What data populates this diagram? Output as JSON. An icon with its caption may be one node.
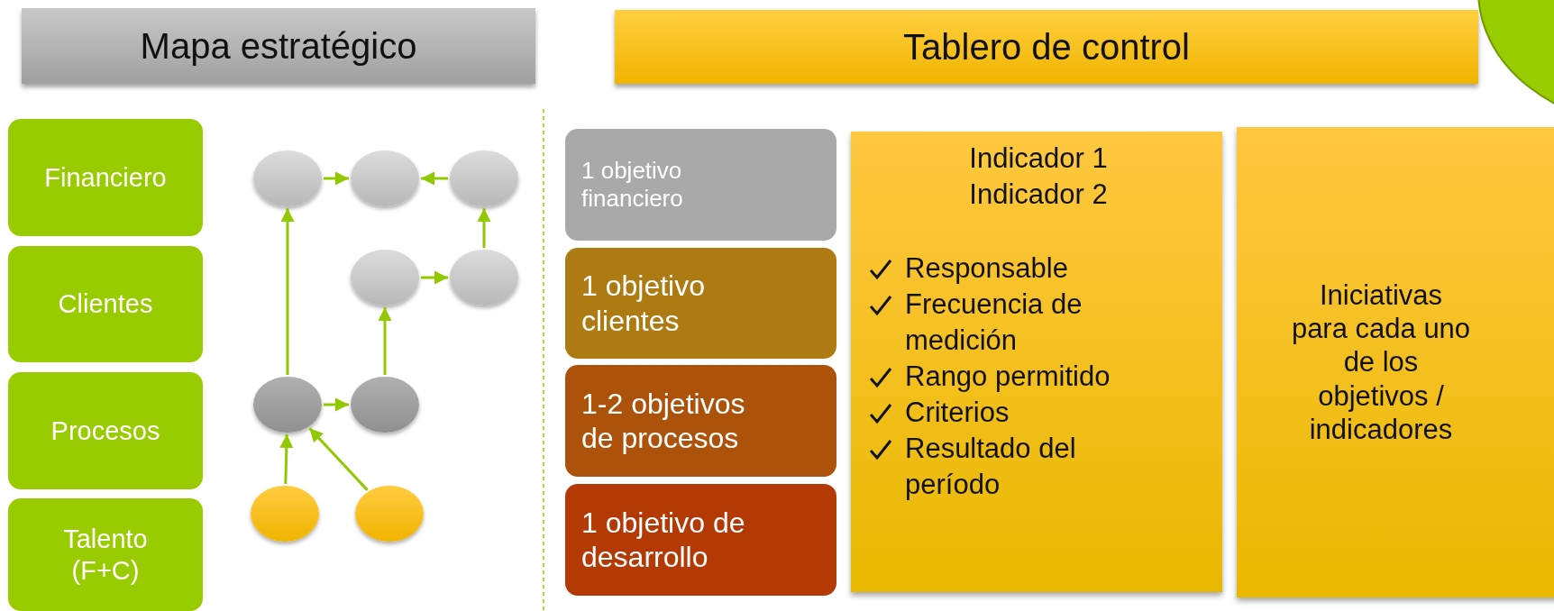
{
  "diagram": {
    "nodes": [
      {
        "text": [
          "Mapa estratégico"
        ]
      },
      {
        "text": [
          "Tablero de control"
        ]
      },
      {
        "text": [
          "Financiero"
        ]
      },
      {
        "text": [
          "Clientes"
        ]
      },
      {
        "text": [
          "Procesos"
        ]
      },
      {
        "text": [
          "Talento (F+C)"
        ]
      },
      {
        "text": [],
        "shape": "circle"
      },
      {
        "text": [],
        "shape": "circle"
      },
      {
        "text": [],
        "shape": "circle"
      },
      {
        "text": [],
        "shape": "circle"
      },
      {
        "text": [],
        "shape": "circle"
      },
      {
        "text": [],
        "shape": "circle"
      },
      {
        "text": [],
        "shape": "circle"
      },
      {
        "text": [],
        "shape": "circle"
      },
      {
        "text": [],
        "shape": "circle"
      },
      {
        "text": [
          "1 objetivo financiero"
        ]
      },
      {
        "text": [
          "1 objetivo clientes"
        ]
      },
      {
        "text": [
          "1-2 objetivos de procesos"
        ]
      },
      {
        "text": [
          "1 objetivo de desarrollo"
        ]
      },
      {
        "text": [
          "Indicador 1",
          "Indicador 2",
          "Responsable",
          "Frecuencia de medición",
          "Rango permitido",
          "Criterios",
          "Resultado del período"
        ]
      },
      {
        "text": [
          "Iniciativas para cada uno de los objetivos / indicadores"
        ]
      }
    ],
    "edges": [
      {
        "from": 6,
        "to": 7,
        "arrow": "to"
      },
      {
        "from": 8,
        "to": 7,
        "arrow": "to"
      },
      {
        "from": 11,
        "to": 6,
        "arrow": "to"
      },
      {
        "from": 9,
        "to": 10,
        "arrow": "to"
      },
      {
        "from": 10,
        "to": 8,
        "arrow": "to"
      },
      {
        "from": 11,
        "to": 12,
        "arrow": "to"
      },
      {
        "from": 12,
        "to": 9,
        "arrow": "to"
      },
      {
        "from": 13,
        "to": 11,
        "arrow": "to"
      },
      {
        "from": 14,
        "to": 11,
        "arrow": "to"
      }
    ]
  }
}
